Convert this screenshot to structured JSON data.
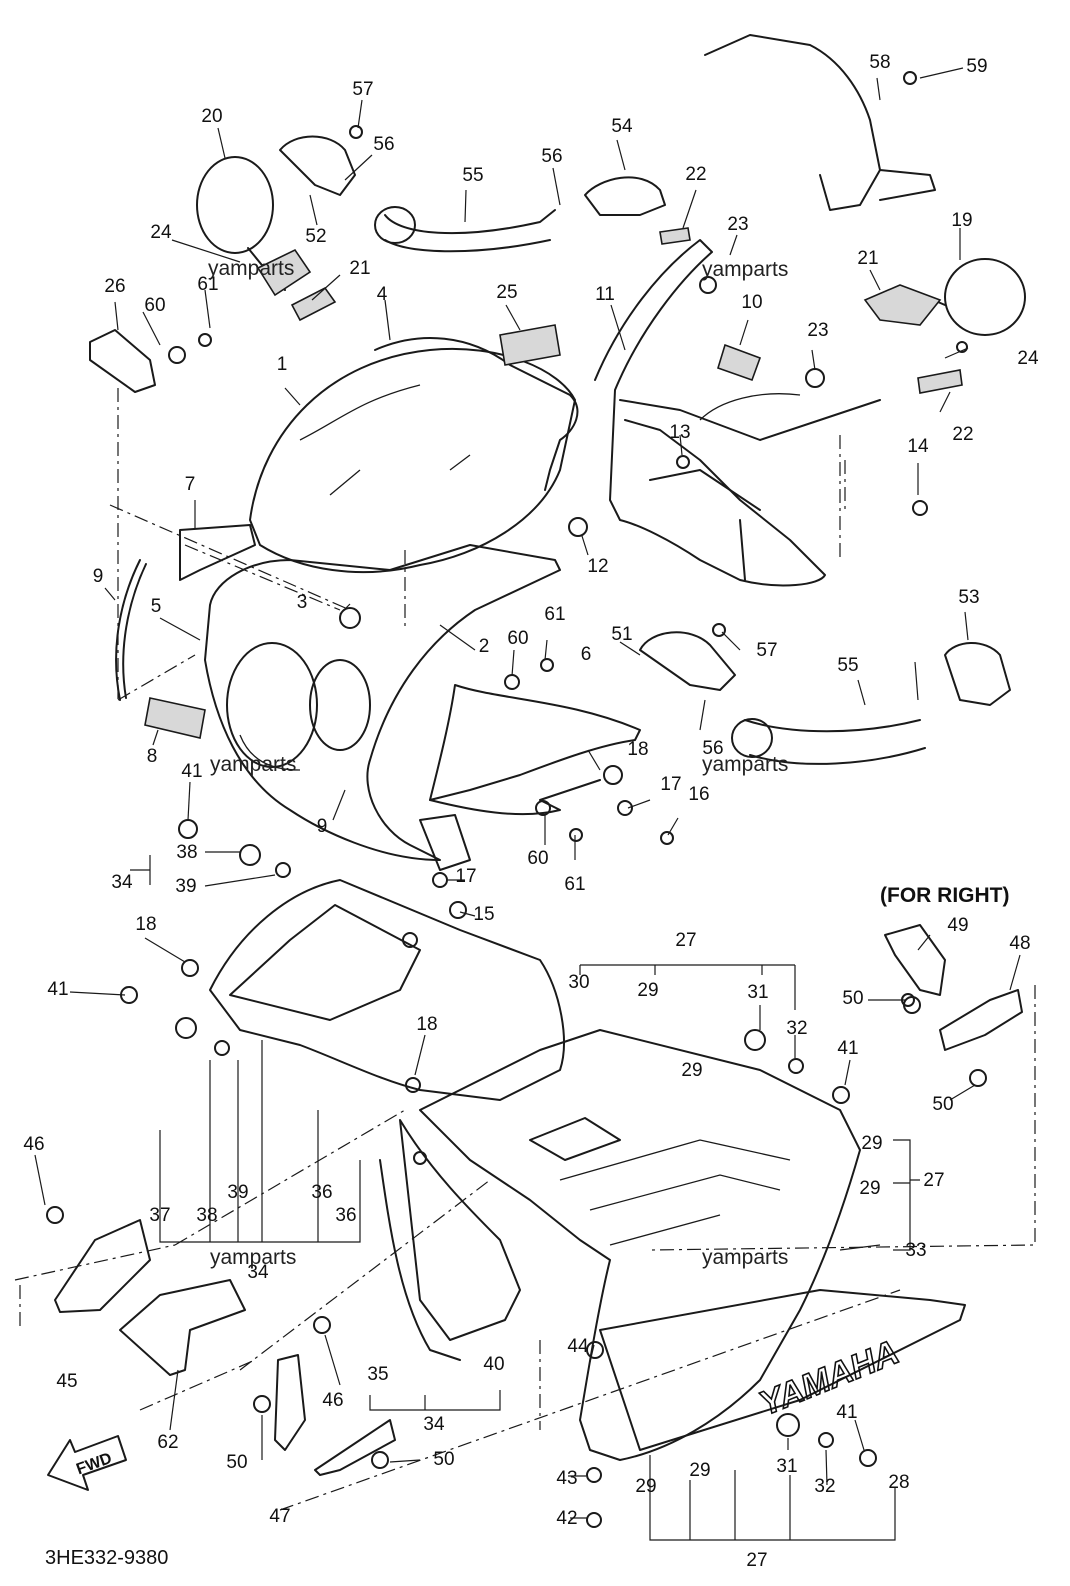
{
  "diagram": {
    "code": "3HE332-9380",
    "note": "(FOR RIGHT)",
    "watermark": "yamparts",
    "direction_label": "FWD",
    "brand_mark": "YAMAHA",
    "callouts": [
      "1",
      "2",
      "3",
      "4",
      "5",
      "6",
      "7",
      "8",
      "9",
      "9",
      "10",
      "11",
      "12",
      "13",
      "14",
      "15",
      "16",
      "17",
      "17",
      "18",
      "18",
      "18",
      "19",
      "20",
      "21",
      "21",
      "22",
      "22",
      "23",
      "23",
      "24",
      "24",
      "25",
      "26",
      "27",
      "27",
      "27",
      "28",
      "29",
      "29",
      "29",
      "29",
      "29",
      "29",
      "30",
      "31",
      "31",
      "32",
      "32",
      "33",
      "34",
      "34",
      "34",
      "35",
      "36",
      "36",
      "37",
      "38",
      "38",
      "39",
      "39",
      "40",
      "41",
      "41",
      "41",
      "41",
      "42",
      "43",
      "44",
      "45",
      "46",
      "46",
      "47",
      "48",
      "49",
      "50",
      "50",
      "50",
      "50",
      "51",
      "52",
      "53",
      "54",
      "55",
      "55",
      "56",
      "56",
      "56",
      "57",
      "57",
      "58",
      "59",
      "60",
      "60",
      "60",
      "61",
      "61",
      "61",
      "62"
    ]
  }
}
